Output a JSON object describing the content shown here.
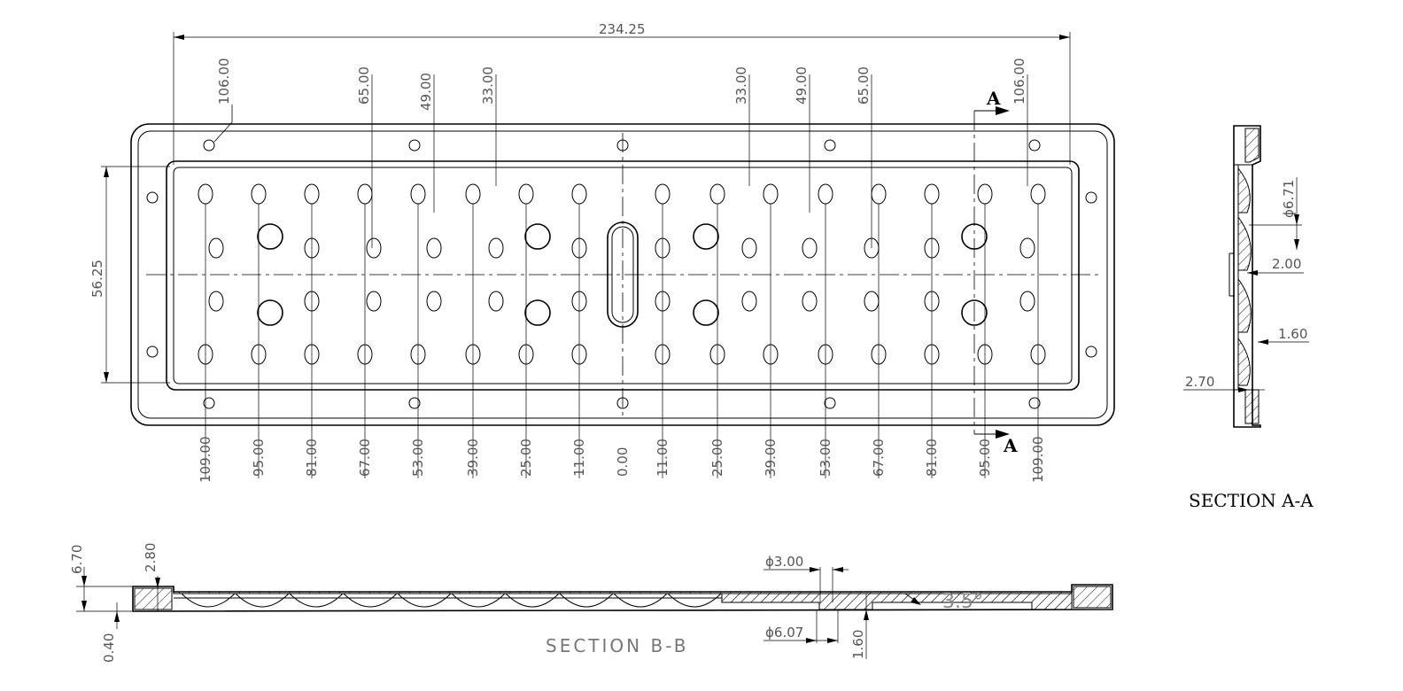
{
  "drawing": {
    "overall_length": "234.25",
    "overall_width": "56.25",
    "top_leader_labels": [
      "106.00",
      "65.00",
      "49.00",
      "33.00",
      "33.00",
      "49.00",
      "65.00",
      "106.00"
    ],
    "bottom_column_labels": [
      "109.00",
      "95.00",
      "81.00",
      "67.00",
      "53.00",
      "39.00",
      "25.00",
      "11.00",
      "0.00",
      "11.00",
      "25.00",
      "39.00",
      "53.00",
      "67.00",
      "81.00",
      "95.00",
      "109.00"
    ],
    "section_marker": "A"
  },
  "section_aa": {
    "title": "SECTION A-A",
    "dims": {
      "dia": "ϕ6.71",
      "d1": "2.00",
      "d2": "1.60",
      "d3": "2.70"
    }
  },
  "section_bb": {
    "title": "SECTION B-B",
    "dims": {
      "height": "6.70",
      "wall": "2.80",
      "base": "0.40",
      "hole_top": "ϕ3.00",
      "hole_bottom": "ϕ6.07",
      "depth": "1.60",
      "angle": "3.5°"
    }
  }
}
